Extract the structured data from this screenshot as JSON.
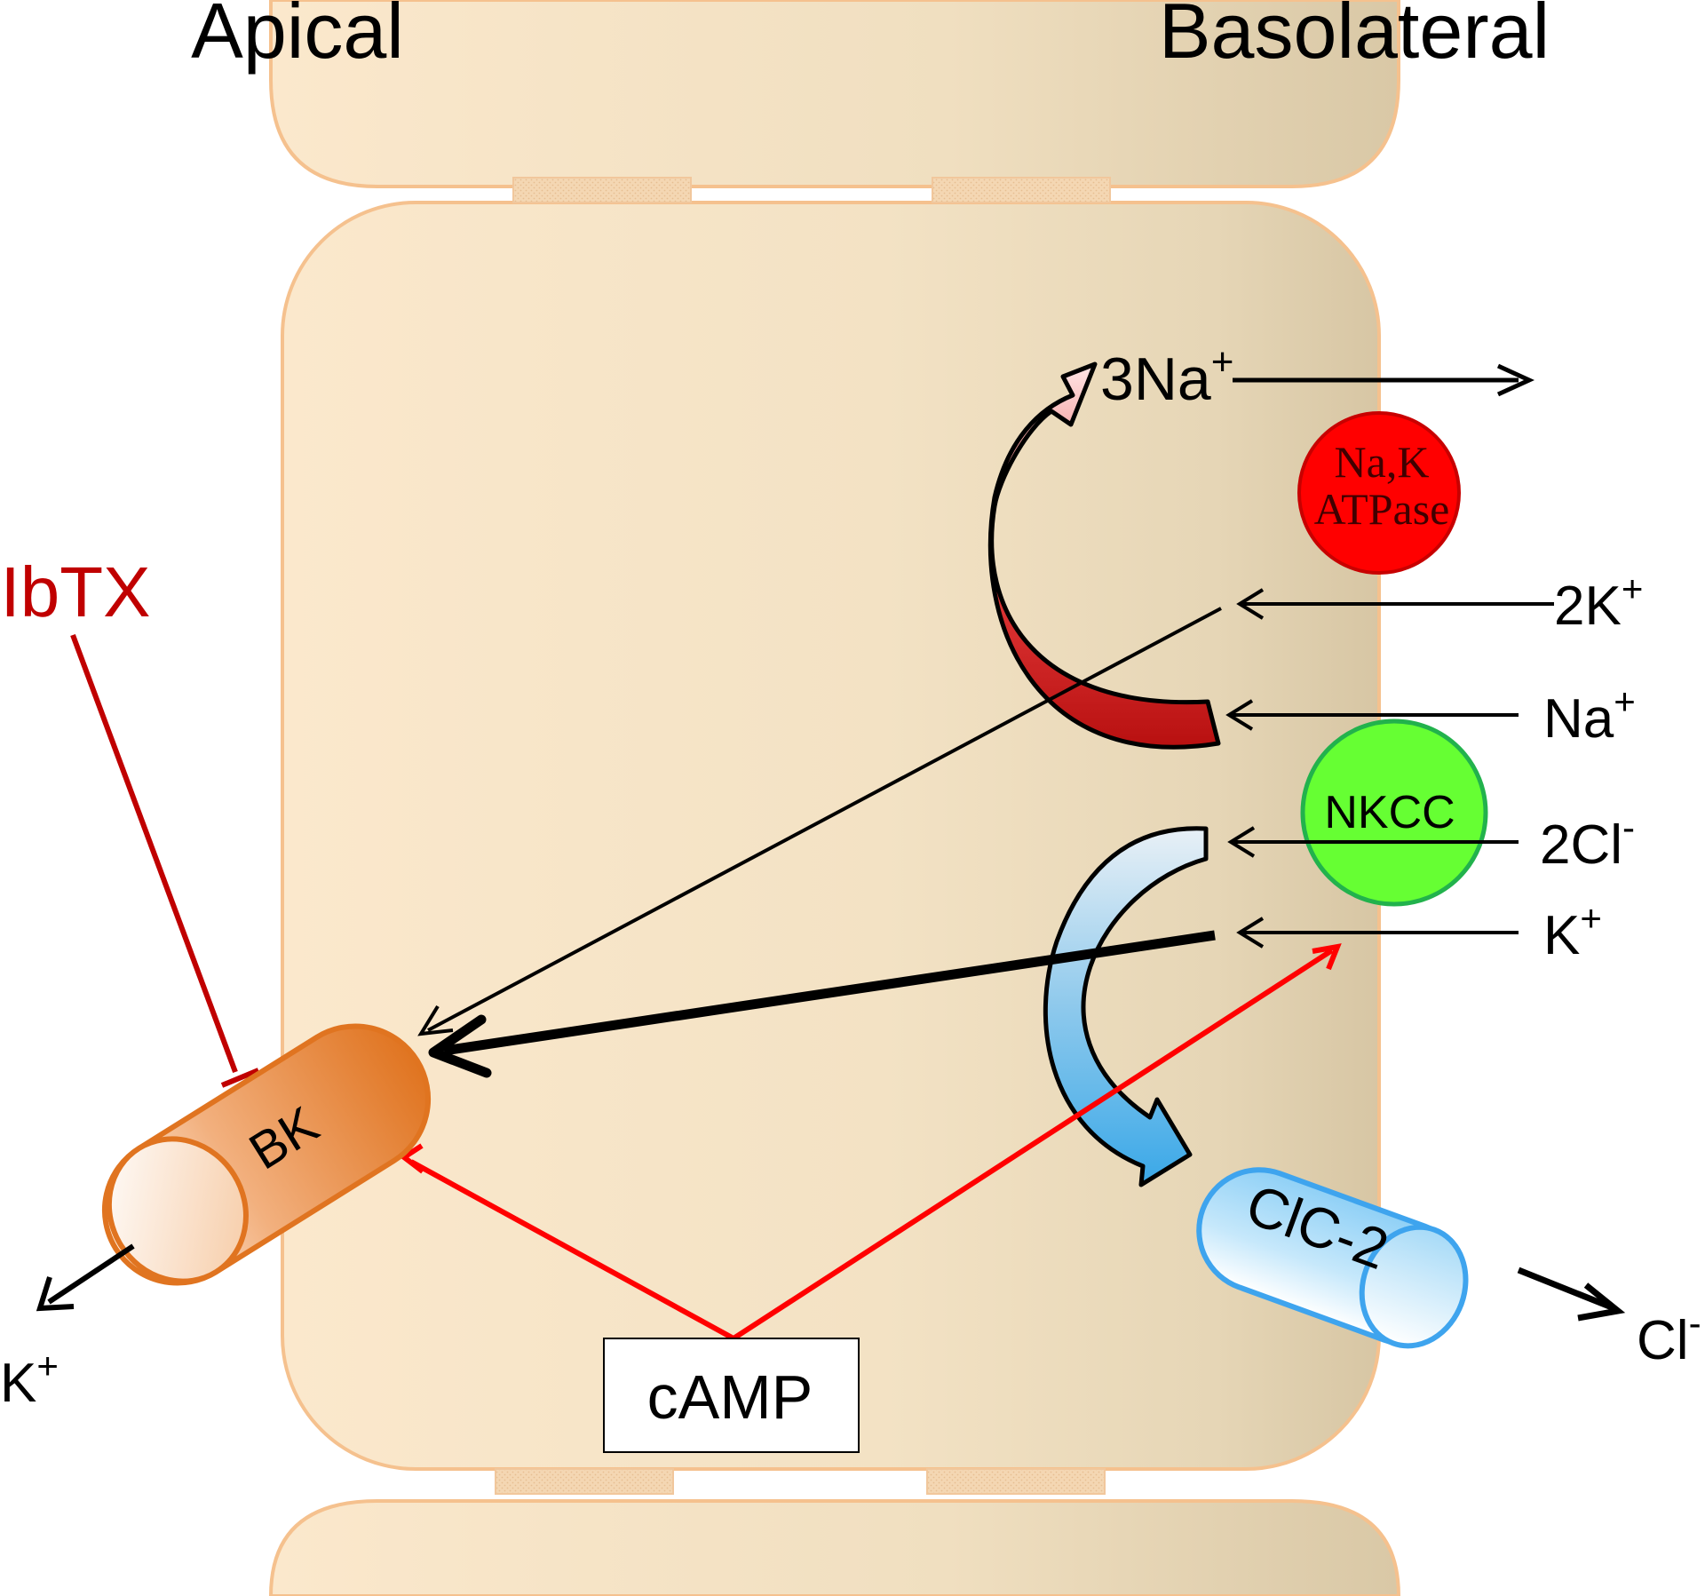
{
  "headings": {
    "apical": "Apical",
    "basolateral": "Basolateral"
  },
  "inhibitor": {
    "label": "IbTX"
  },
  "labels": {
    "na3": "3Na",
    "na3_sup": "+",
    "k2": "2K",
    "k2_sup": "+",
    "na": "Na",
    "na_sup": "+",
    "cl2": "2Cl",
    "cl2_sup": "-",
    "k_baso": "K",
    "k_baso_sup": "+",
    "k_apical": "K",
    "k_apical_sup": "+",
    "cl_out": "Cl",
    "cl_out_sup": "-"
  },
  "transporters": {
    "atpase_line1": "Na,K",
    "atpase_line2": "ATPase",
    "nkcc": "NKCC",
    "bk": "BK",
    "clc2": "ClC-2"
  },
  "messenger": {
    "camp": "cAMP"
  },
  "colors": {
    "cell_fill_left": "#fbe6c8",
    "cell_fill_right": "#d9c9a8",
    "cell_border": "#f5c18e",
    "atpase": "#ff0000",
    "nkcc": "#66ff33",
    "nkcc_border": "#22b24c",
    "bk": "#e87722",
    "clc2": "#5ab4f0",
    "inhibitor": "#c00000",
    "activation": "#ff0000",
    "arrow": "#000000"
  }
}
